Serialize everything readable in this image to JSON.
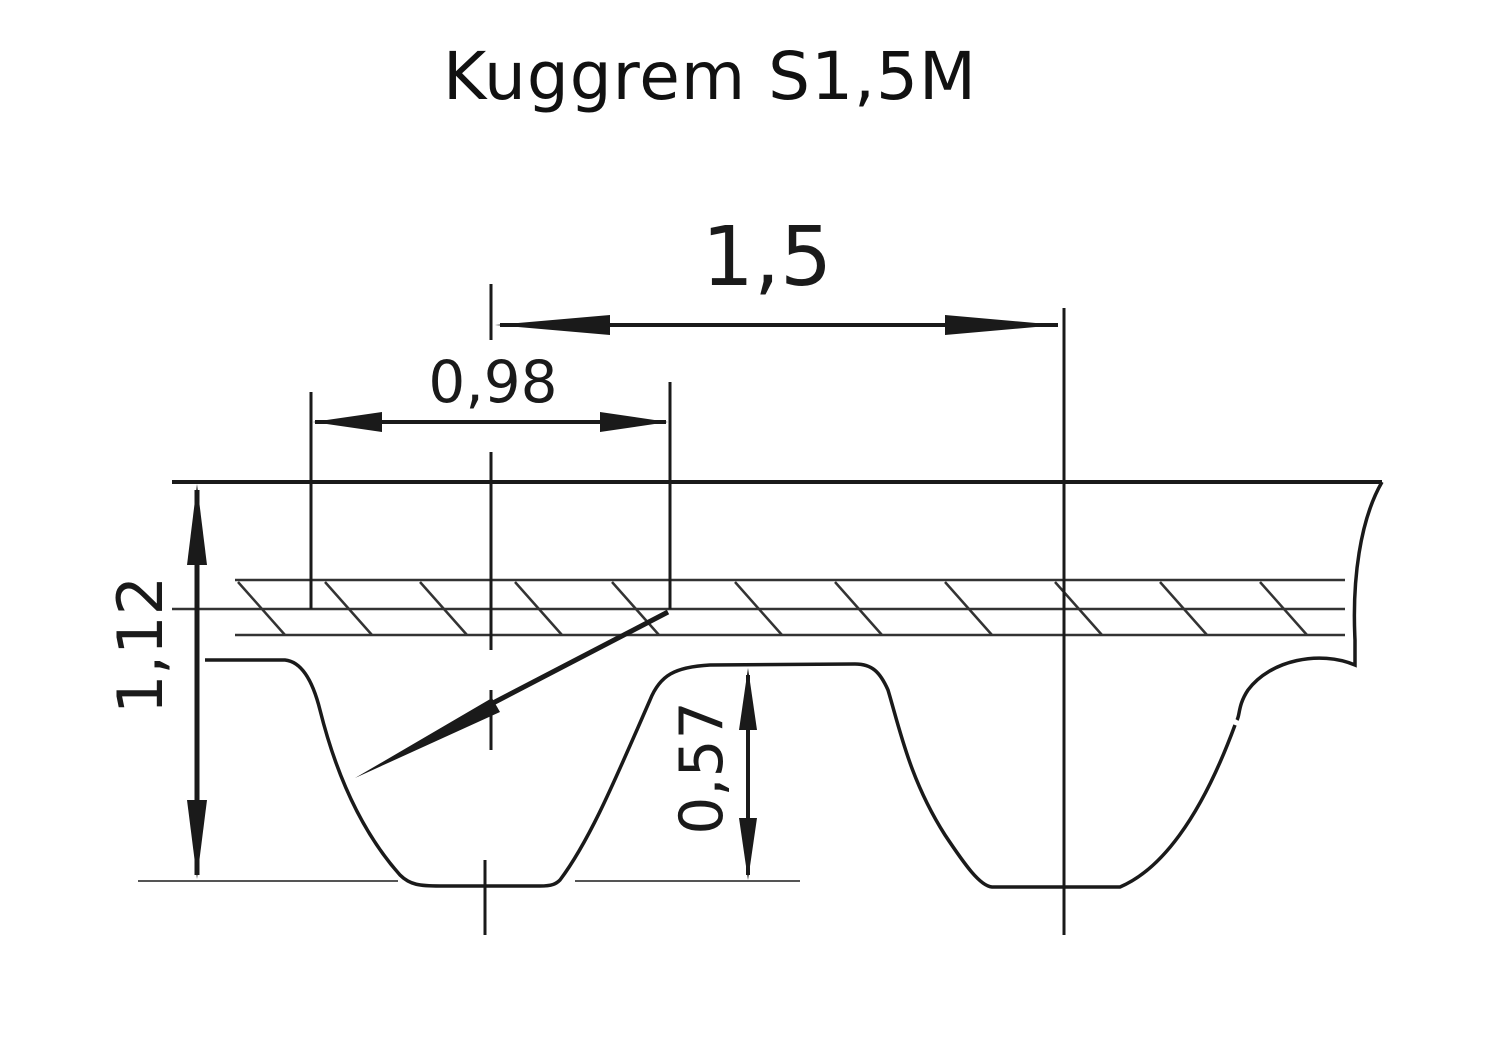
{
  "title": "Kuggrem S1,5M",
  "dimensions": {
    "pitch": "1,5",
    "tooth_width": "0,98",
    "total_height": "1,12",
    "tooth_height": "0,57"
  },
  "colors": {
    "line": "#1a1a1a",
    "background": "#ffffff"
  }
}
